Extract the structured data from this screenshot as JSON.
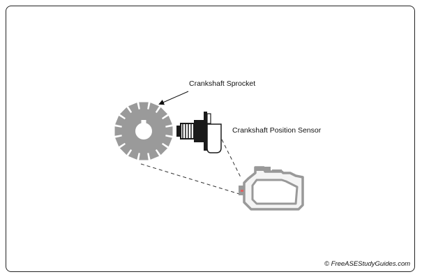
{
  "labels": {
    "sprocket": "Crankshaft Sprocket",
    "sensor": "Crankshaft Position Sensor"
  },
  "copyright": "© FreeASEStudyGuides.com",
  "colors": {
    "sprocket": "#9a9a9a",
    "engine": "#999999",
    "sensor_body": "#1a1a1a",
    "signal_mark": "#e06060"
  },
  "icons": {
    "sprocket": "gear-icon",
    "engine": "engine-icon",
    "sensor": "sensor-icon"
  }
}
